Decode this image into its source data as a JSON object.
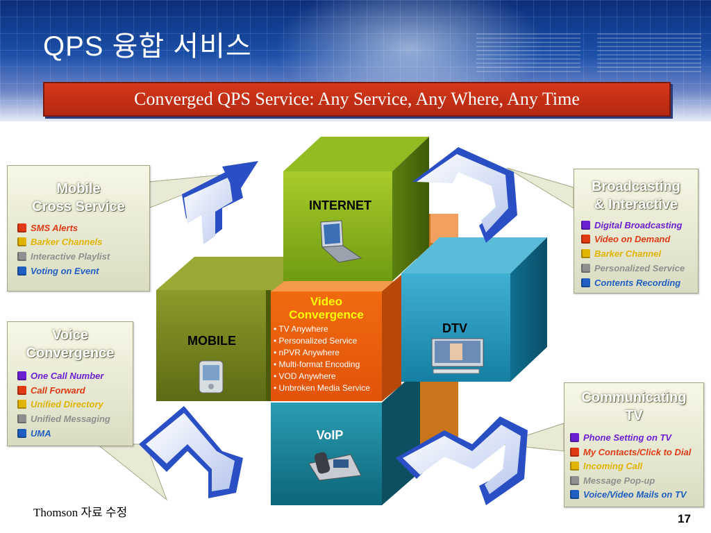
{
  "page": {
    "title": "QPS 융합 서비스",
    "subtitle": "Converged QPS Service: Any Service, Any Where, Any Time",
    "source_note": "Thomson 자료 수정",
    "page_number": "17"
  },
  "colors": {
    "red": "#e03a14",
    "yellow": "#e0b400",
    "gray": "#8f8f8f",
    "blue": "#1f5fc2",
    "purple": "#6a1fd1",
    "internet": "#7aa31a",
    "mobile": "#6f7a1e",
    "video": "#e8650e",
    "dtv": "#1f8fb0",
    "voip": "#12748a"
  },
  "cube": {
    "internet": "INTERNET",
    "mobile": "MOBILE",
    "dtv": "DTV",
    "voip": "VoIP",
    "video": {
      "title": "Video\nConvergence",
      "items": [
        "TV Anywhere",
        "Personalized Service",
        "nPVR Anywhere",
        "Multi-format Encoding",
        "VOD Anywhere",
        "Unbroken Media Service"
      ]
    }
  },
  "callouts": {
    "mobile": {
      "title": "Mobile\nCross Service",
      "items": [
        {
          "text": "SMS Alerts",
          "color": "red"
        },
        {
          "text": "Barker Channels",
          "color": "yellow"
        },
        {
          "text": "Interactive Playlist",
          "color": "gray"
        },
        {
          "text": "Voting on Event",
          "color": "blue"
        }
      ]
    },
    "voice": {
      "title": "Voice\nConvergence",
      "items": [
        {
          "text": "One Call Number",
          "color": "purple"
        },
        {
          "text": "Call Forward",
          "color": "red"
        },
        {
          "text": "Unified Directory",
          "color": "yellow"
        },
        {
          "text": "Unified Messaging",
          "color": "gray"
        },
        {
          "text": "UMA",
          "color": "blue"
        }
      ]
    },
    "broadcast": {
      "title": "Broadcasting\n& Interactive",
      "items": [
        {
          "text": "Digital Broadcasting",
          "color": "purple"
        },
        {
          "text": "Video on Demand",
          "color": "red"
        },
        {
          "text": "Barker Channel",
          "color": "yellow"
        },
        {
          "text": "Personalized Service",
          "color": "gray"
        },
        {
          "text": "Contents Recording",
          "color": "blue"
        }
      ]
    },
    "comm": {
      "title": "Communicating\nTV",
      "items": [
        {
          "text": "Phone Setting on TV",
          "color": "purple"
        },
        {
          "text": "My Contacts/Click to Dial",
          "color": "red"
        },
        {
          "text": "Incoming Call",
          "color": "yellow"
        },
        {
          "text": "Message Pop-up",
          "color": "gray"
        },
        {
          "text": "Voice/Video Mails on TV",
          "color": "blue"
        }
      ]
    }
  }
}
